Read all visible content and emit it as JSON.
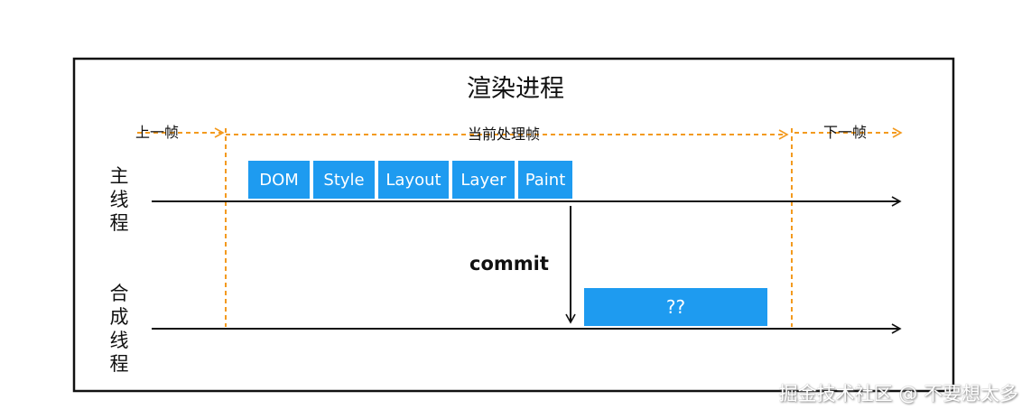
{
  "title": "渲染进程",
  "frames": {
    "previous": "上一帧",
    "current": "当前处理帧",
    "next": "下一帧"
  },
  "threads": {
    "main": "主线程",
    "compositor": "合成线程"
  },
  "main_stages": [
    {
      "label": "DOM"
    },
    {
      "label": "Style"
    },
    {
      "label": "Layout"
    },
    {
      "label": "Layer"
    },
    {
      "label": "Paint"
    }
  ],
  "commit_label": "commit",
  "compositor_task": "??",
  "watermark": "掘金技术社区 @ 不要想太多",
  "colors": {
    "stage": "#1e9bf0",
    "frame_marker": "#f39a1e",
    "line": "#111111"
  }
}
